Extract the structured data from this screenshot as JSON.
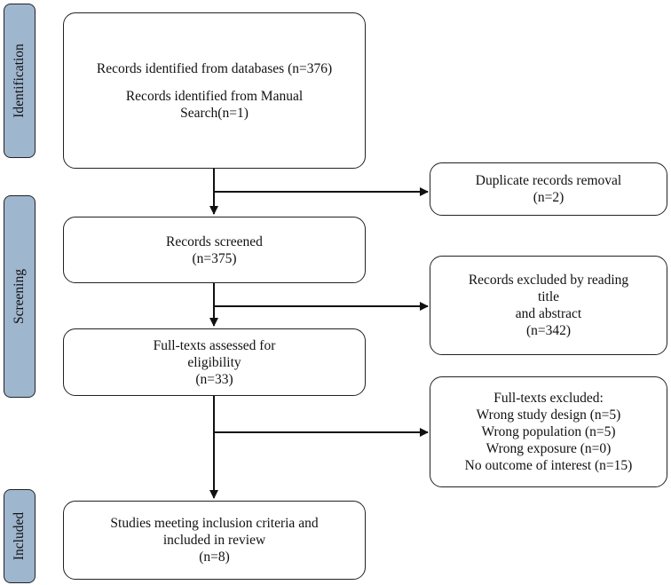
{
  "stages": {
    "identification": "Identification",
    "screening": "Screening",
    "included": "Included"
  },
  "boxes": {
    "identified": {
      "line1": "Records identified from databases (n=376)",
      "line2": "Records identified from Manual",
      "line3": "Search(n=1)"
    },
    "duplicates": {
      "line1": "Duplicate records removal",
      "line2": "(n=2)"
    },
    "screened": {
      "line1": "Records screened",
      "line2": "(n=375)"
    },
    "excluded_title": {
      "line1": "Records excluded by reading",
      "line2": "title",
      "line3": "and abstract",
      "line4": "(n=342)"
    },
    "fulltext": {
      "line1": "Full-texts assessed for",
      "line2": "eligibility",
      "line3": "(n=33)"
    },
    "fulltext_excluded": {
      "line1": "Full-texts excluded:",
      "line2": "Wrong study design (n=5)",
      "line3": "Wrong population (n=5)",
      "line4": "Wrong exposure (n=0)",
      "line5": "No outcome of interest (n=15)"
    },
    "included": {
      "line1": "Studies meeting inclusion criteria and",
      "line2": "included in review",
      "line3": "(n=8)"
    }
  }
}
